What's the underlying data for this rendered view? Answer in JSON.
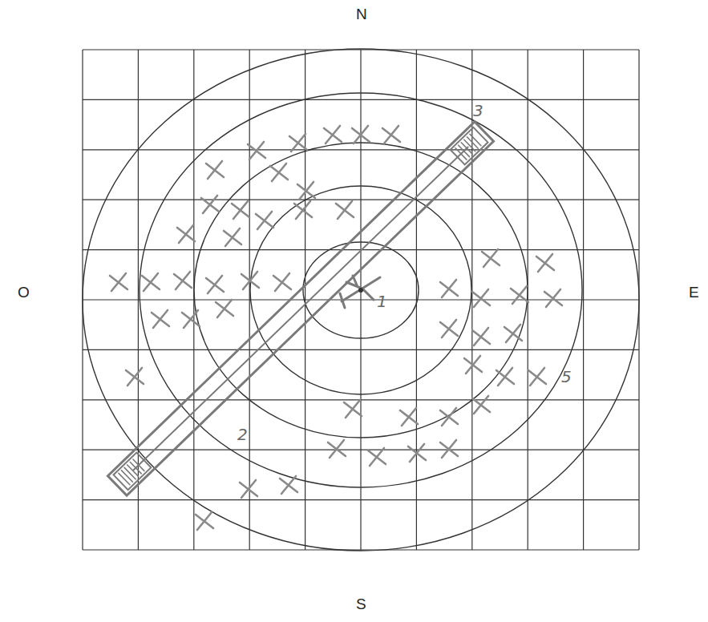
{
  "diagram": {
    "labels": [
      "N",
      "O",
      "E",
      "S",
      "1",
      "2",
      "3",
      "5"
    ]
  }
}
